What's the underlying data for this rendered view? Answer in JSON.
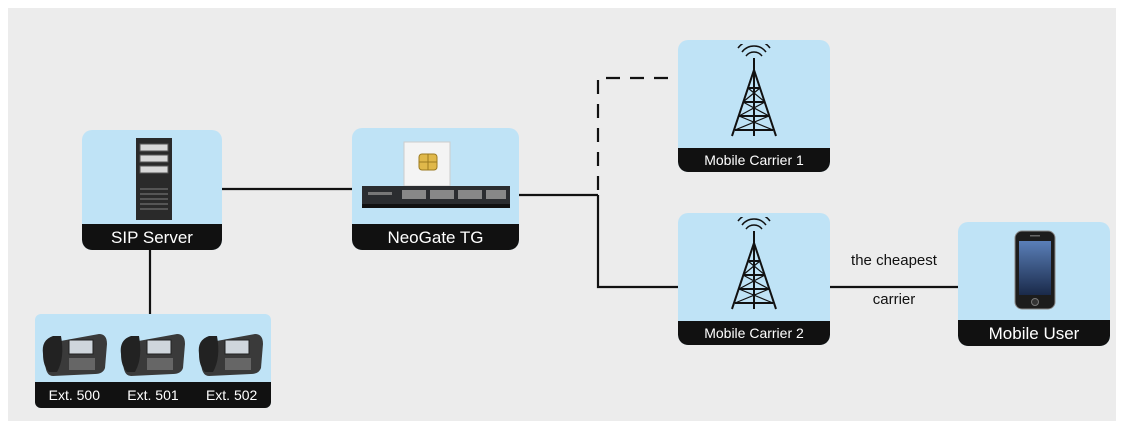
{
  "nodes": {
    "sip_server": "SIP Server",
    "neogate": "NeoGate TG",
    "carrier1": "Mobile Carrier 1",
    "carrier2": "Mobile Carrier 2",
    "mobile_user": "Mobile User"
  },
  "extensions": [
    "Ext. 500",
    "Ext. 501",
    "Ext. 502"
  ],
  "edge_label": {
    "line1": "the cheapest",
    "line2": "carrier"
  },
  "colors": {
    "node_bg": "#bfe3f6",
    "label_bg": "#111111",
    "canvas_bg": "#ececec"
  }
}
